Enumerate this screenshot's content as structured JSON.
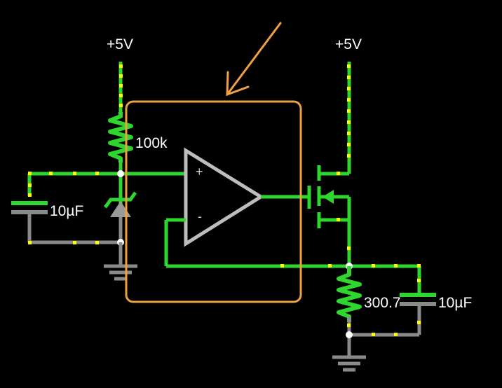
{
  "supply_left": {
    "label": "+5V"
  },
  "supply_right": {
    "label": "+5V"
  },
  "resistor_top": {
    "label": "100k"
  },
  "capacitor_left": {
    "label": "10µF"
  },
  "resistor_bottom": {
    "label": "300.7"
  },
  "capacitor_right": {
    "label": "10µF"
  },
  "opamp": {
    "plus_label": "+",
    "minus_label": "-"
  },
  "colors": {
    "background": "#000000",
    "wire_active": "#2fd62f",
    "wire_idle": "#8a8a8a",
    "current_dot": "#ffff00",
    "node": "#ffffff",
    "component": "#bdbdbd",
    "highlight_box": "#f0a040",
    "label": "#ffffff"
  },
  "icons": {
    "pointer": "arrow-icon",
    "zener": "zener-diode-icon",
    "ground": "ground-icon",
    "mosfet": "n-mosfet-icon"
  }
}
